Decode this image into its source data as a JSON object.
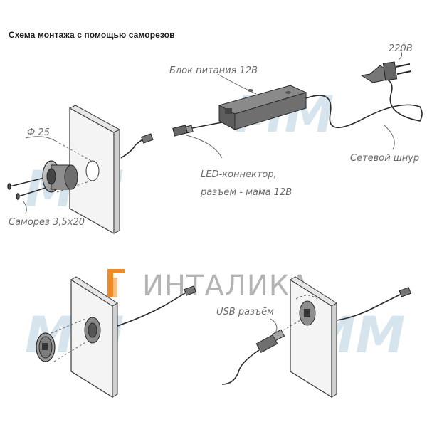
{
  "title": "Схема монтажа с помощью саморезов",
  "labels": {
    "diameter": "Ф 25",
    "screw": "Саморез 3,5х20",
    "power_unit": "Блок питания 12В",
    "voltage": "220В",
    "led_connector_line1": "LED-коннектор,",
    "led_connector_line2": "разъем - мама 12В",
    "mains_cord": "Сетевой шнур",
    "usb_connector": "USB разъём"
  },
  "watermark": {
    "brand_text": "ИНТАЛИКА",
    "mark_text": "MM",
    "brand_color": "#f08a24",
    "watermark_color": "#cfe0ec"
  }
}
